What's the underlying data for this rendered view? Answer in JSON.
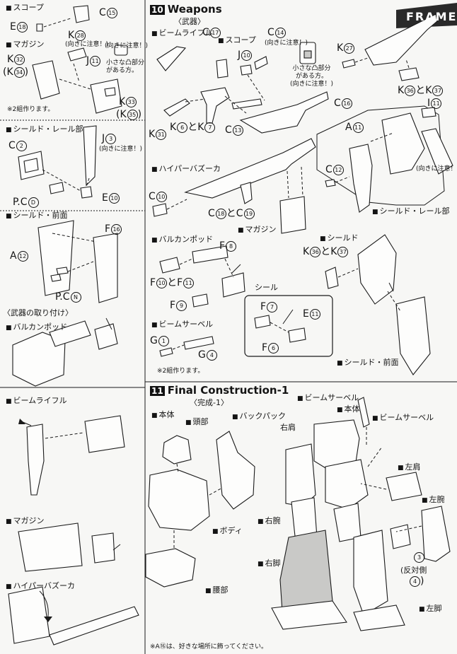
{
  "steps": {
    "weapons": {
      "number": "10",
      "title": "Weapons",
      "subtitle": "〈武器〉"
    },
    "final": {
      "number": "11",
      "title": "Final Construction-1",
      "subtitle": "〈完成-1〉"
    },
    "frame_banner": "FRAME"
  },
  "left_panel": {
    "scope": {
      "label": "スコープ",
      "c": "C",
      "c_num": "15",
      "e": "E",
      "e_num": "18"
    },
    "magazine": {
      "label": "マガジン",
      "k1": "K",
      "k1_num": "32",
      "k2": "(K",
      "k2_num": "34",
      "k2_close": ")",
      "k3": "K",
      "k3_num": "28",
      "k3_note": "(向きに注意！)",
      "j": "J",
      "j_num": "11",
      "note": "(向きに注意！)",
      "note2": "小さな凸部分\nがある方。",
      "k4": "K",
      "k4_num": "33",
      "k5": "(K",
      "k5_num": "35",
      "k5_close": ")",
      "twice": "※2組作ります。"
    },
    "shield_rail": {
      "label": "シールド・レール部",
      "c": "C",
      "c_num": "2",
      "j": "J",
      "j_num": "3",
      "j_note": "(向きに注意！)",
      "pc": "P.C",
      "pc_letter": "D",
      "e": "E",
      "e_num": "10"
    },
    "shield_front": {
      "label": "シールド・前面",
      "f": "F",
      "f_num": "16",
      "a": "A",
      "a_num": "12",
      "pc": "P.C",
      "pc_letter": "N"
    },
    "attach": {
      "heading": "〈武器の取り付け〉",
      "vulcan": "バルカンポッド",
      "rifle": "ビームライフル",
      "magazine": "マガジン",
      "bazooka": "ハイパーバズーカ"
    }
  },
  "weapons": {
    "beam_rifle": "ビームライフル",
    "scope": "スコープ",
    "c17": {
      "l": "C",
      "n": "17"
    },
    "c14": {
      "l": "C",
      "n": "14"
    },
    "c14_note": "(向きに注意！)",
    "j10": {
      "l": "J",
      "n": "10"
    },
    "small_note": "小さな凸部分\nがある方。\n(向きに注意！)",
    "k27": {
      "l": "K",
      "n": "27"
    },
    "c16": {
      "l": "C",
      "n": "16"
    },
    "k31": {
      "l": "K",
      "n": "31"
    },
    "k6k7": {
      "a": "K",
      "an": "6",
      "mid": "と",
      "b": "K",
      "bn": "7"
    },
    "c13": {
      "l": "C",
      "n": "13"
    },
    "k36k37": {
      "a": "K",
      "an": "36",
      "mid": "と",
      "b": "K",
      "bn": "37"
    },
    "hyper_bazooka": "ハイパーバズーカ",
    "c10": {
      "l": "C",
      "n": "10"
    },
    "c18c19": {
      "a": "C",
      "an": "18",
      "mid": "と",
      "b": "C",
      "bn": "19"
    },
    "magazine": "マガジン",
    "vulcan": "バルカンポッド",
    "f8": {
      "l": "F",
      "n": "8"
    },
    "f10f11": {
      "a": "F",
      "an": "10",
      "mid": "と",
      "b": "F",
      "bn": "11"
    },
    "seal": "シール",
    "f9": {
      "l": "F",
      "n": "9"
    },
    "f7": {
      "l": "F",
      "n": "7"
    },
    "e11": {
      "l": "E",
      "n": "11"
    },
    "f6": {
      "l": "F",
      "n": "6"
    },
    "beam_saber": "ビームサーベル",
    "g1": {
      "l": "G",
      "n": "1"
    },
    "g4": {
      "l": "G",
      "n": "4"
    },
    "twice": "※2組作ります。"
  },
  "shield_detail": {
    "i11": {
      "l": "I",
      "n": "11"
    },
    "a11": {
      "l": "A",
      "n": "11"
    },
    "c12": {
      "l": "C",
      "n": "12"
    },
    "note": "(向きに注意！)",
    "rail": "シールド・レール部",
    "shield": "シールド",
    "k36k37": {
      "a": "K",
      "an": "36",
      "mid": "と",
      "b": "K",
      "bn": "37"
    },
    "front": "シールド・前面"
  },
  "final": {
    "body": "本体",
    "head": "頭部",
    "backpack": "バックパック",
    "body_torso": "ボディ",
    "waist": "腰部",
    "beam_saber": "ビームサーベル",
    "body2": "本体",
    "beam_saber2": "ビームサーベル",
    "right_shoulder": "右肩",
    "right_arm": "右腕",
    "right_leg": "右脚",
    "left_shoulder": "左肩",
    "left_arm": "左腕",
    "left_leg": "左脚",
    "three": "3",
    "opposite": "(反対側",
    "four": "4",
    "close": ")",
    "footnote": "※A⑯は、好きな場所に飾ってください。"
  }
}
